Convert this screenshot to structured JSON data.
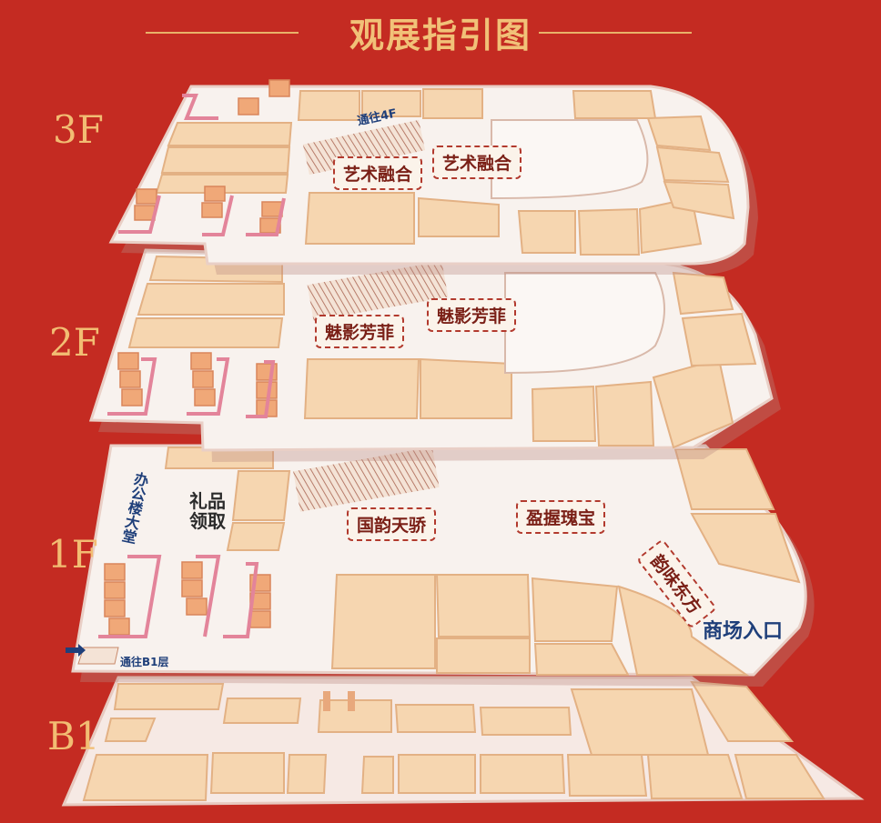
{
  "header": {
    "title": "观展指引图"
  },
  "floors": [
    {
      "label": "3F"
    },
    {
      "label": "2F"
    },
    {
      "label": "1F"
    },
    {
      "label": "B1"
    }
  ],
  "floor3": {
    "zones": [
      "艺术融合",
      "艺术融合"
    ],
    "escalator_note": "通往4F"
  },
  "floor2": {
    "zones": [
      "魅影芳菲",
      "魅影芳菲"
    ]
  },
  "floor1": {
    "zones": [
      "国韵天骄",
      "盈握瑰宝",
      "韵味东方"
    ],
    "gift": "礼品领取",
    "office_lobby": "办公楼大堂",
    "mall_entrance": "商场入口",
    "to_b1": "通往B1层"
  },
  "colors": {
    "background": "#c42b22",
    "title": "#f1c178",
    "floor_surface": "#f8f2ee",
    "shop": "#f6d6b0",
    "shop_side": "#e8a87c",
    "block_orange": "#f0a878",
    "tag_border": "#b23a2e",
    "tag_text": "#7a1f16"
  }
}
